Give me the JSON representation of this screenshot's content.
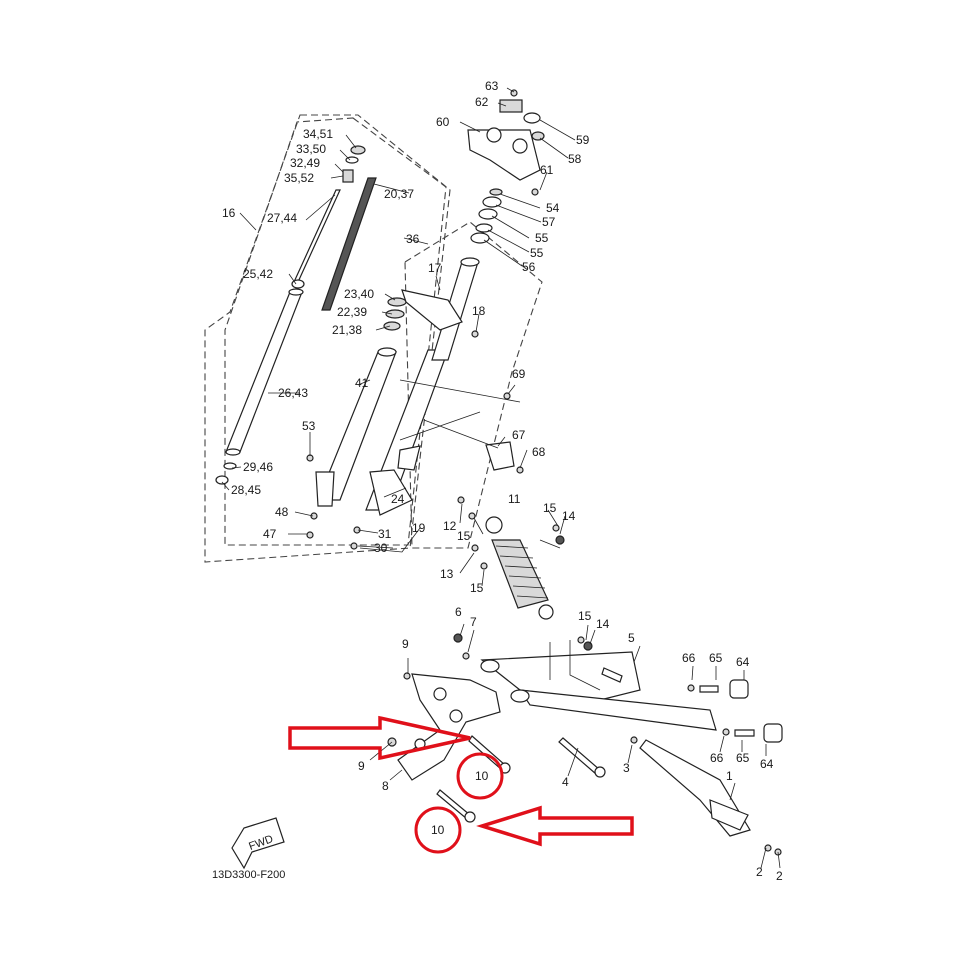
{
  "diagram_code": "13D3300-F200",
  "fwd_label": "FWD",
  "labels": {
    "l63": "63",
    "l62": "62",
    "l60": "60",
    "l59": "59",
    "l58": "58",
    "l61": "61",
    "l54": "54",
    "l57": "57",
    "l55a": "55",
    "l55b": "55",
    "l56": "56",
    "l3451": "34,51",
    "l3350": "33,50",
    "l3249": "32,49",
    "l3552": "35,52",
    "l2037": "20,37",
    "l16": "16",
    "l2744": "27,44",
    "l36": "36",
    "l2542": "25,42",
    "l17": "17",
    "l2340": "23,40",
    "l2239": "22,39",
    "l2138": "21,38",
    "l18": "18",
    "l69": "69",
    "l2643": "26,43",
    "l41": "41",
    "l53": "53",
    "l67": "67",
    "l68": "68",
    "l2946": "29,46",
    "l2845": "28,45",
    "l11": "11",
    "l24": "24",
    "l48": "48",
    "l47": "47",
    "l12": "12",
    "l15a": "15",
    "l14a": "14",
    "l15b": "15",
    "l31": "31",
    "l19": "19",
    "l30": "30",
    "l13": "13",
    "l15c": "15",
    "l6": "6",
    "l7": "7",
    "l15d": "15",
    "l14b": "14",
    "l5": "5",
    "l9a": "9",
    "l66a": "66",
    "l65a": "65",
    "l64a": "64",
    "l9b": "9",
    "l10a": "10",
    "l8": "8",
    "l4": "4",
    "l3": "3",
    "l66b": "66",
    "l65b": "65",
    "l64b": "64",
    "l1": "1",
    "l10b": "10",
    "l2a": "2",
    "l2b": "2"
  }
}
